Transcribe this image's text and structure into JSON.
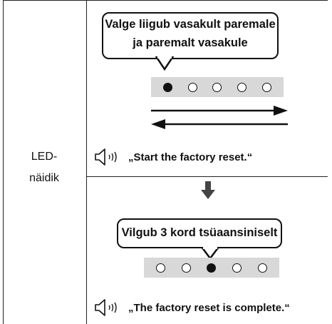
{
  "row_label": {
    "line1": "LED-",
    "line2": "näidik"
  },
  "step1": {
    "callout": {
      "line1": "Valge liigub vasakult paremale",
      "line2": "ja paremalt vasakule"
    },
    "leds": [
      "on",
      "off",
      "off",
      "off",
      "off"
    ],
    "voice_prompt": "„Start the factory reset.“"
  },
  "step2": {
    "callout": "Vilgub 3 kord tsüaansiniselt",
    "leds": [
      "off",
      "off",
      "on",
      "off",
      "off"
    ],
    "voice_prompt": "„The factory reset is complete.“"
  },
  "icons": {
    "speaker": "speaker-sound-icon",
    "arrow_right": "arrow-right-icon",
    "arrow_left": "arrow-left-icon",
    "arrow_down": "arrow-down-icon"
  }
}
